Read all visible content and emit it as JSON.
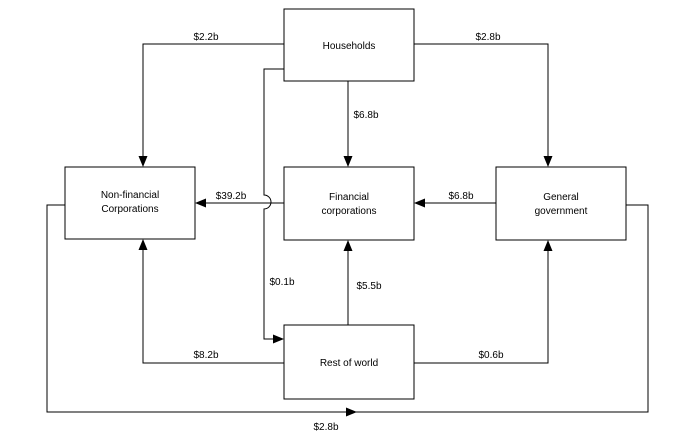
{
  "diagram": {
    "background_color": "#ffffff",
    "line_color": "#000000",
    "nodes": {
      "households": {
        "label": "Households"
      },
      "nonfinancial": {
        "line1": "Non-financial",
        "line2": "Corporations"
      },
      "financial": {
        "line1": "Financial",
        "line2": "corporations"
      },
      "government": {
        "line1": "General",
        "line2": "government"
      },
      "restofworld": {
        "label": "Rest of world"
      }
    },
    "flows": {
      "households_to_nonfinancial": {
        "value": "$2.2b",
        "from": "Households",
        "to": "Non-financial Corporations"
      },
      "households_to_government": {
        "value": "$2.8b",
        "from": "Households",
        "to": "General government"
      },
      "households_to_financial": {
        "value": "$6.8b",
        "from": "Households",
        "to": "Financial corporations"
      },
      "financial_to_nonfinancial": {
        "value": "$39.2b",
        "from": "Financial corporations",
        "to": "Non-financial Corporations"
      },
      "government_to_financial": {
        "value": "$6.8b",
        "from": "General government",
        "to": "Financial corporations"
      },
      "households_to_restofworld": {
        "value": "$0.1b",
        "from": "Households",
        "to": "Rest of world"
      },
      "restofworld_to_financial": {
        "value": "$5.5b",
        "from": "Rest of world",
        "to": "Financial corporations"
      },
      "restofworld_to_nonfinancial": {
        "value": "$8.2b",
        "from": "Rest of world",
        "to": "Non-financial Corporations"
      },
      "restofworld_to_government": {
        "value": "$0.6b",
        "from": "Rest of world",
        "to": "General government"
      },
      "nonfinancial_to_government": {
        "value": "$2.8b",
        "from": "Non-financial Corporations",
        "to": "General government"
      }
    }
  }
}
